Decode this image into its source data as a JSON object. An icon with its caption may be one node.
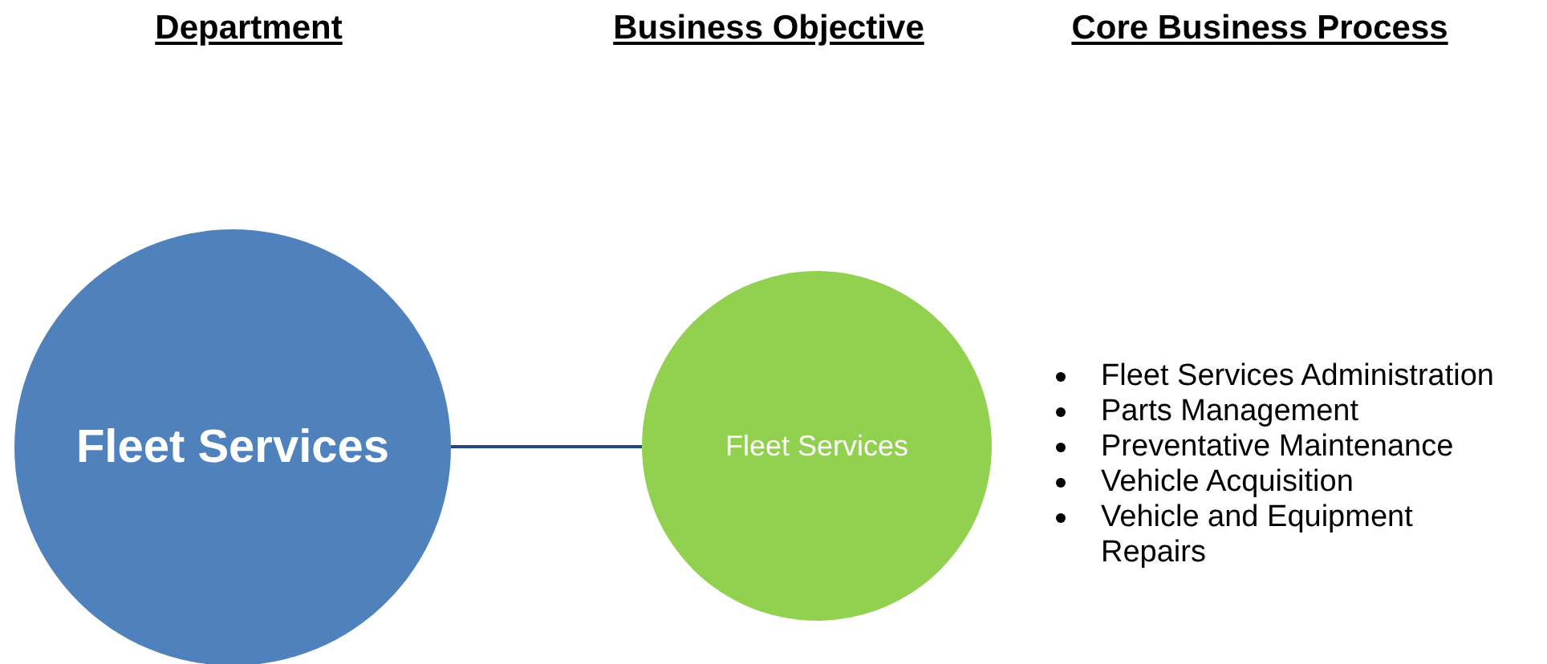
{
  "diagram": {
    "nodes": [
      {
        "text": [
          "Fleet Services"
        ]
      },
      {
        "text": [
          "Fleet Services"
        ]
      }
    ],
    "edges": [
      {
        "from": 0,
        "to": 1,
        "arrow": "none"
      }
    ],
    "labels": [
      "Department",
      "Business Objective",
      "Core Business Process",
      "Fleet Services Administration",
      "Parts Management",
      "Preventative Maintenance",
      "Vehicle Acquisition",
      "Vehicle and Equipment Repairs"
    ]
  }
}
